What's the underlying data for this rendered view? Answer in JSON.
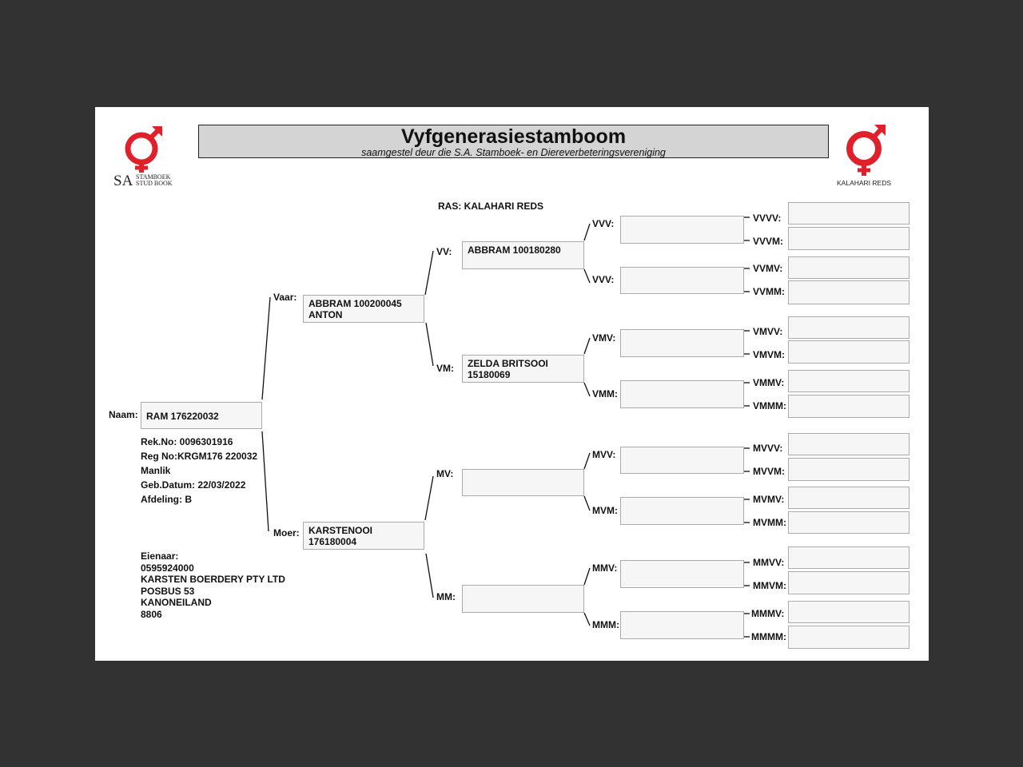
{
  "header": {
    "title": "Vyfgenerasiestamboom",
    "subtitle": "saamgestel deur die S.A. Stamboek- en Diereverbeteringsvereniging",
    "logo_left_text_sa": "SA",
    "logo_left_text_line1": "STAMBOEK",
    "logo_left_text_line2": "STUD BOOK",
    "logo_right_text": "KALAHARI REDS",
    "logo_color": "#e0212b"
  },
  "breed": "RAS: KALAHARI REDS",
  "animal": {
    "name_label": "Naam:",
    "name": "RAM 176220032",
    "rek_no": "Rek.No: 0096301916",
    "reg_no": "Reg No:KRGM176 220032",
    "sex": "Manlik",
    "birth_date": "Geb.Datum: 22/03/2022",
    "section": "Afdeling: B"
  },
  "owner": {
    "label": "Eienaar:",
    "number": "0595924000",
    "name": "KARSTEN BOERDERY PTY LTD",
    "address1": "POSBUS 53",
    "address2": "KANONEILAND",
    "postcode": "8806"
  },
  "parents": {
    "sire_label": "Vaar:",
    "sire_line1": "ABBRAM 100200045",
    "sire_line2": "ANTON",
    "dam_label": "Moer:",
    "dam_line1": "KARSTENOOI",
    "dam_line2": "176180004"
  },
  "grandparents": {
    "vv_label": "VV:",
    "vv_value": "ABBRAM 100180280",
    "vm_label": "VM:",
    "vm_line1": "ZELDA BRITSOOI",
    "vm_line2": "15180069",
    "mv_label": "MV:",
    "mv_value": "",
    "mm_label": "MM:",
    "mm_value": ""
  },
  "gen3": {
    "labels": [
      "VVV:",
      "VVV:",
      "VMV:",
      "VMM:",
      "MVV:",
      "MVM:",
      "MMV:",
      "MMM:"
    ],
    "values": [
      "",
      "",
      "",
      "",
      "",
      "",
      "",
      ""
    ]
  },
  "gen4": {
    "labels": [
      "VVVV:",
      "VVVM:",
      "VVMV:",
      "VVMM:",
      "VMVV:",
      "VMVM:",
      "VMMV:",
      "VMMM:",
      "MVVV:",
      "MVVM:",
      "MVMV:",
      "MVMM:",
      "MMVV:",
      "MMVM:",
      "MMMV:",
      "MMMM:"
    ],
    "values": [
      "",
      "",
      "",
      "",
      "",
      "",
      "",
      "",
      "",
      "",
      "",
      "",
      "",
      "",
      "",
      ""
    ]
  }
}
